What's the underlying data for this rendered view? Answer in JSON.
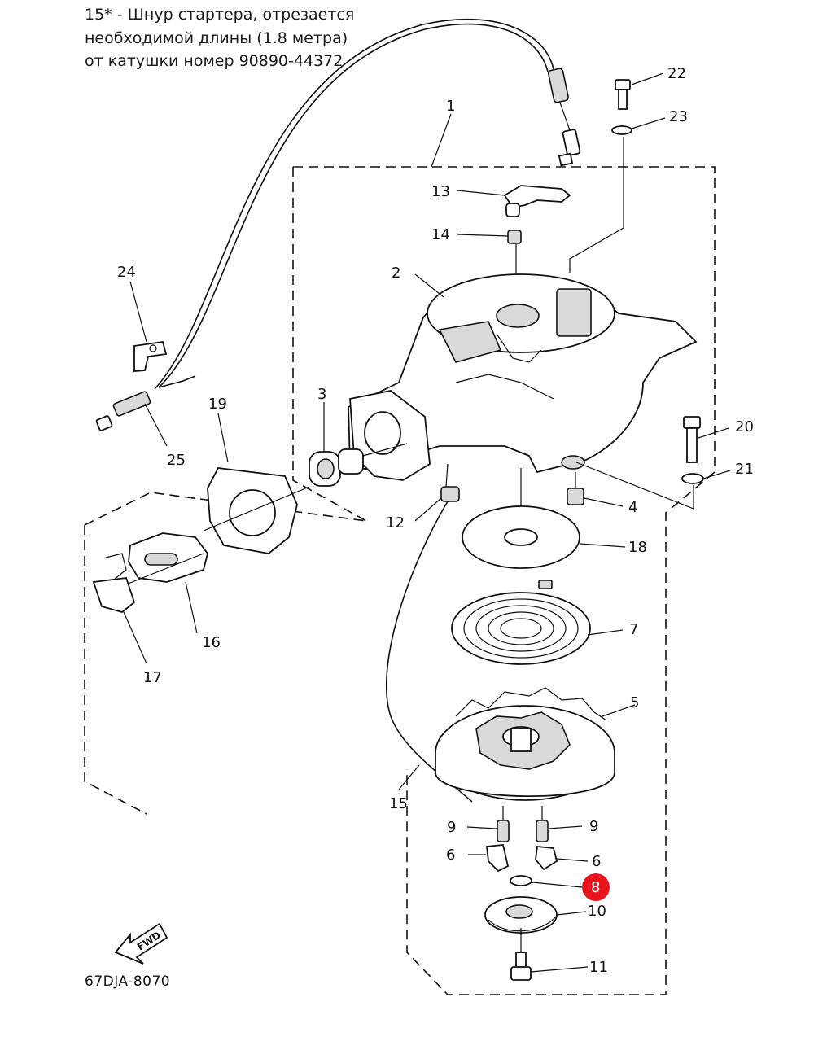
{
  "note": {
    "lines": [
      "15* - Шнур стартера, отрезается",
      "необходимой длины (1.8 метра)",
      "от катушки номер 90890-44372"
    ]
  },
  "diagram_code": "67DJA-8070",
  "fwd_label": "FWD",
  "highlight_color": "#e8141c",
  "callouts": {
    "p1": "1",
    "p2": "2",
    "p3": "3",
    "p4": "4",
    "p5": "5",
    "p6a": "6",
    "p6b": "6",
    "p7": "7",
    "p8": "8",
    "p9a": "9",
    "p9b": "9",
    "p10": "10",
    "p11": "11",
    "p12": "12",
    "p13": "13",
    "p14": "14",
    "p15": "15",
    "p16": "16",
    "p17": "17",
    "p18": "18",
    "p19": "19",
    "p20": "20",
    "p21": "21",
    "p22": "22",
    "p23": "23",
    "p24": "24",
    "p25": "25"
  }
}
